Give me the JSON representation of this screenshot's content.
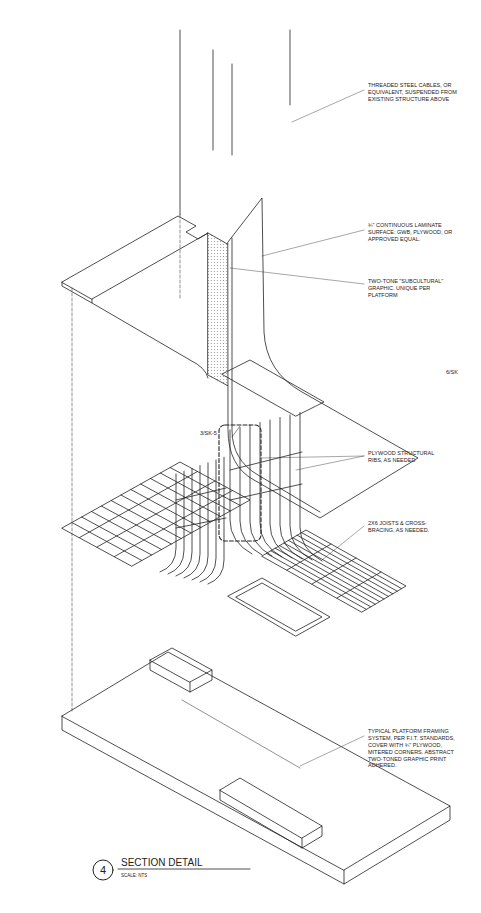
{
  "diagram": {
    "title": "SECTION DETAIL",
    "labels": [
      "THREADED STEEL CABLES, OR EQUIVALENT, SUSPENDED FROM EXISTING STRUCTURE ABOVE",
      "¾\" CONTINUOUS LAMINATE SURFACE: GWB, PLYWOOD, OR APPROVED EQUAL.",
      "TWO-TONE \"SUBCULTURAL\" GRAPHIC. UNIQUE PER PLATFORM",
      "6/SK",
      "3/SK-5",
      "PLYWOOD STRUCTURAL RIBS, AS NEEDED",
      "2X6 JOISTS & CROSS-BRACING, AS NEEDED.",
      "TYPICAL PLATFORM FRAMING SYSTEM, PER F.I.T. STANDARDS, COVER WITH ¾\" PLYWOOD, MITERED CORNERS. ABSTRACT TWO-TONED GRAPHIC PRINT ADHERED.",
      "4",
      "SCALE: NTS"
    ]
  }
}
